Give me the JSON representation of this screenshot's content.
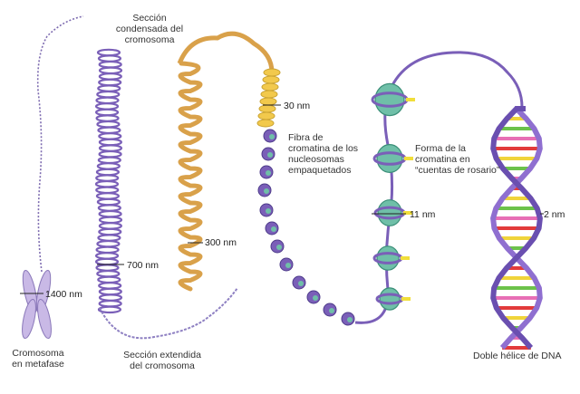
{
  "labels": {
    "condensed_section": "Sección\ncondensada del\ncromosoma",
    "metaphase_chromosome": "Cromosoma\nen metafase",
    "extended_section": "Sección extendida\ndel cromosoma",
    "chromatin_fiber": "Fibra de\ncromatina de los\nnucleosomas\nempaquetados",
    "beads_on_string": "Forma de la\ncromatina en\n“cuentas de rosario”",
    "double_helix": "Doble hélice de DNA"
  },
  "measurements": {
    "m1400": "1400 nm",
    "m700": "700 nm",
    "m300": "300 nm",
    "m30": "30 nm",
    "m11": "11 nm",
    "m2": "2 nm"
  },
  "colors": {
    "chromatin_purple": "#7a5fb8",
    "coil_orange": "#d9a14a",
    "fiber_yellow": "#f2c94c",
    "nucleosome_green": "#6fbfa8",
    "histone_tail_yellow": "#f1de3a",
    "base_red": "#e23b3b",
    "base_yellow": "#f0d43a",
    "base_green": "#6cc24a",
    "base_pink": "#e76fb5"
  }
}
